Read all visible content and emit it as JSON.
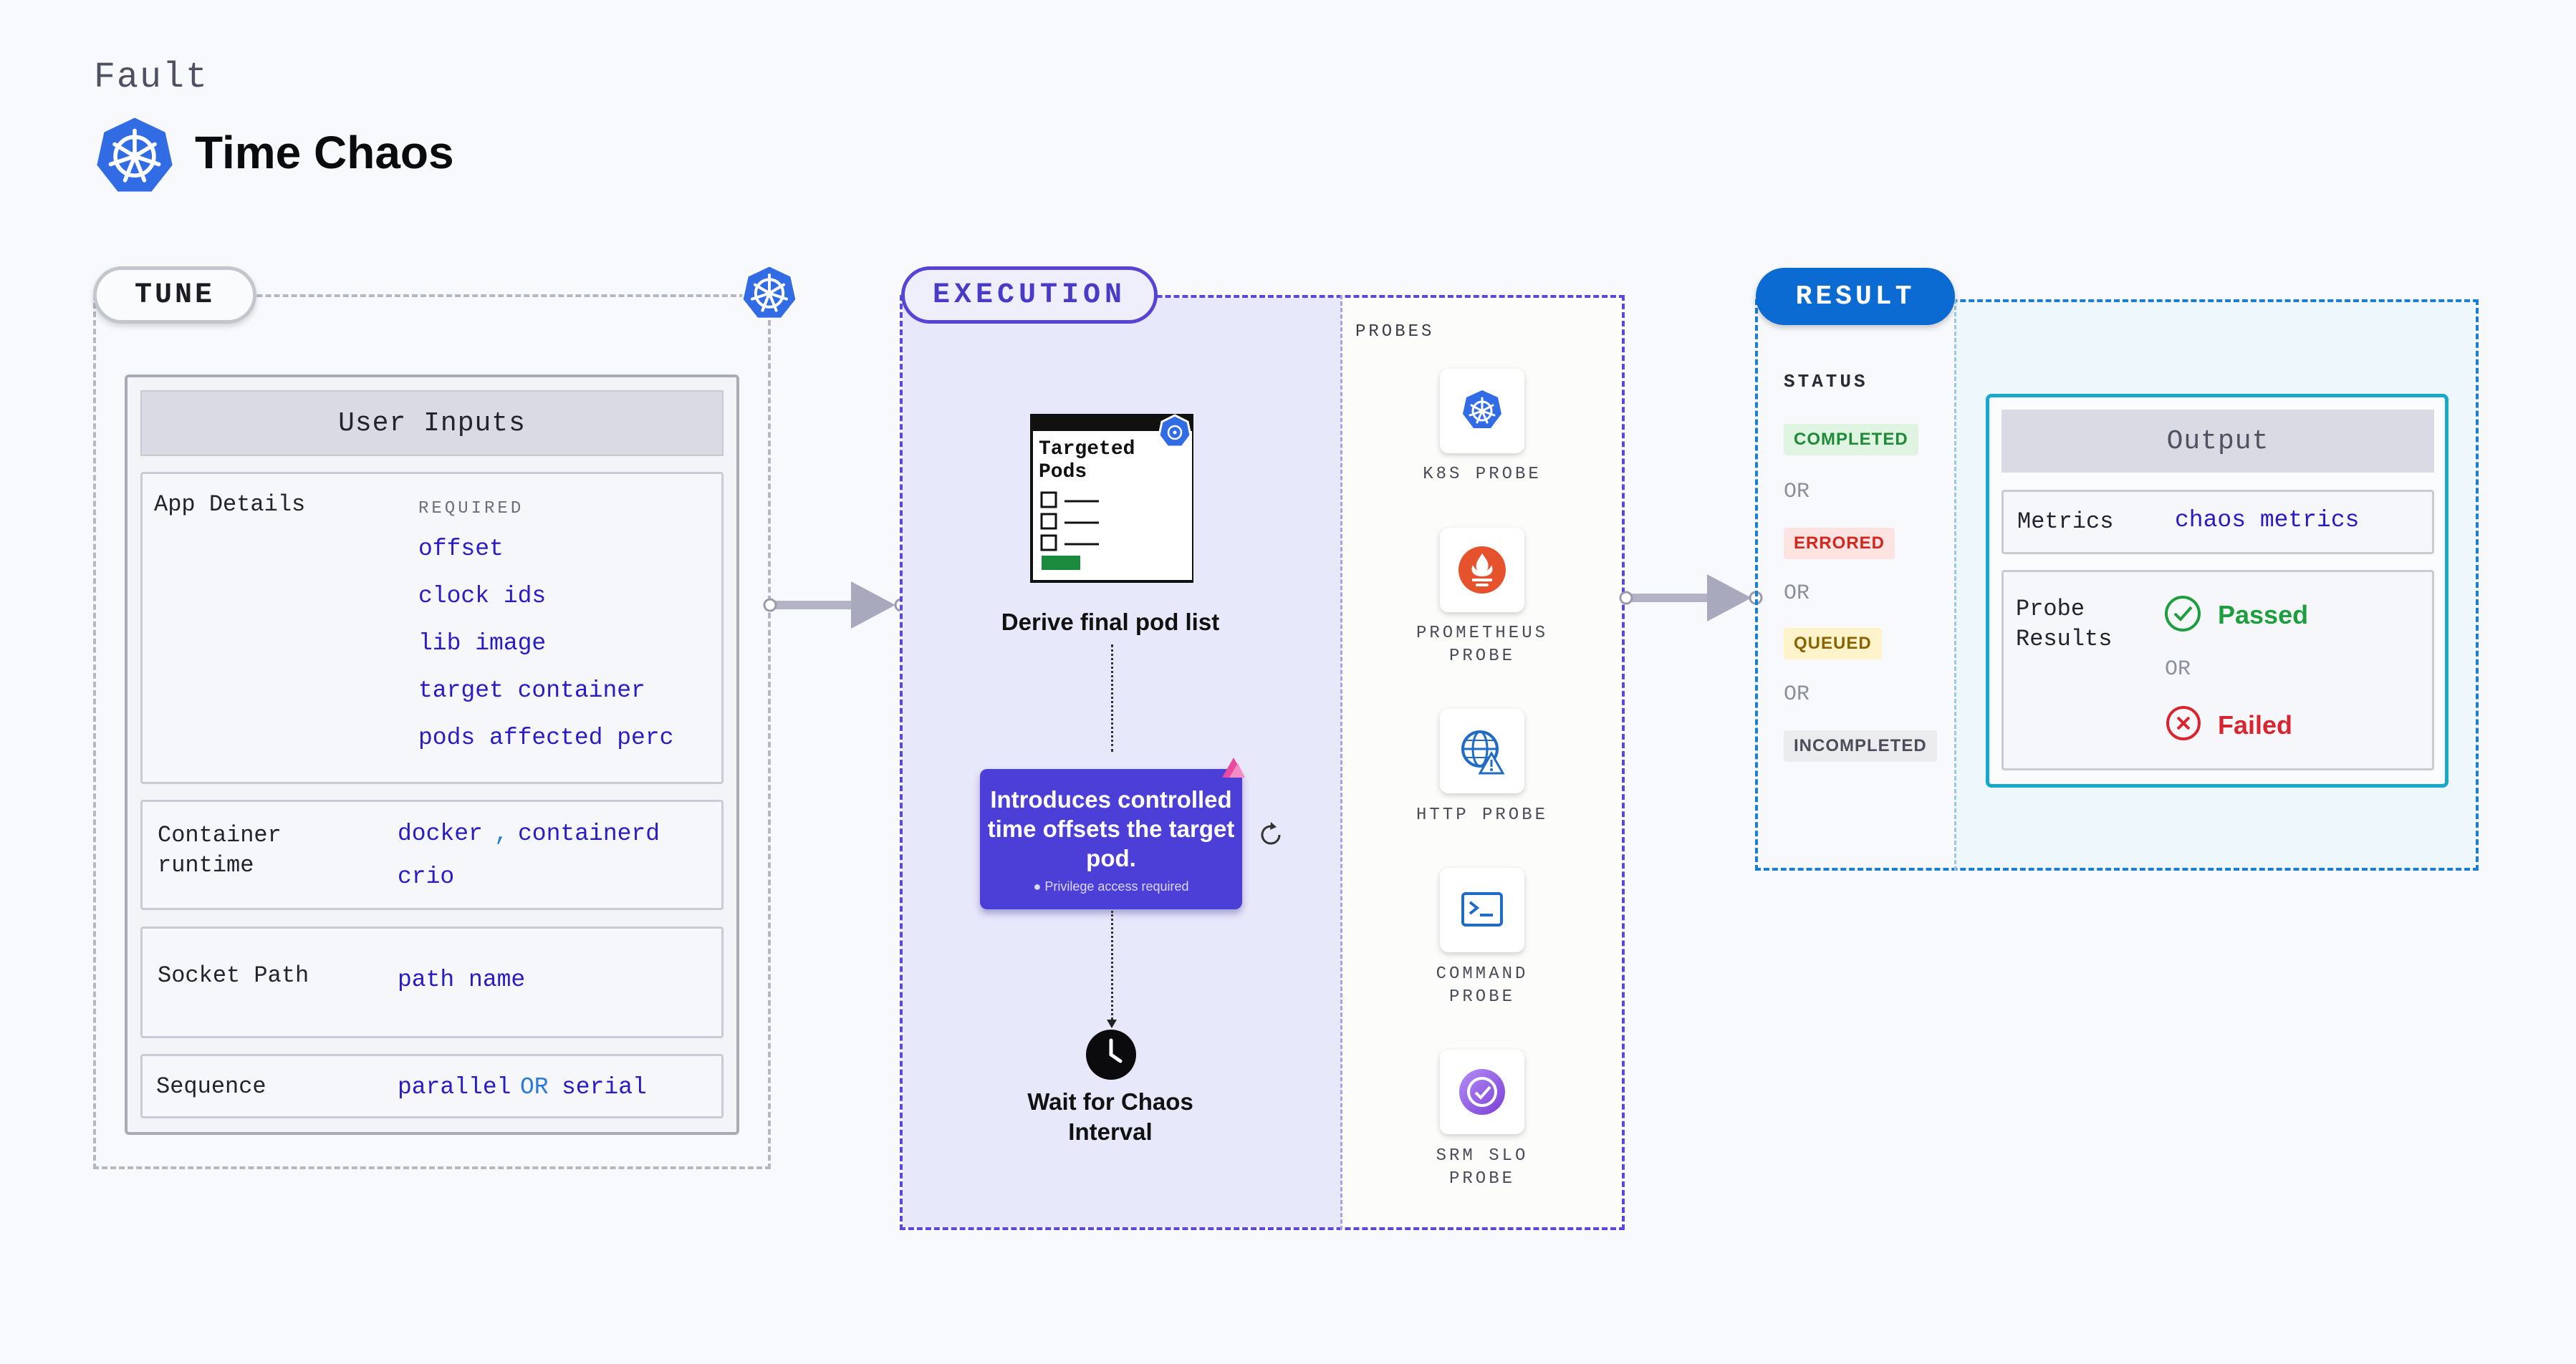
{
  "header": {
    "section_label": "Fault",
    "title": "Time Chaos",
    "title_icon": "kubernetes-icon"
  },
  "tune": {
    "label": "TUNE",
    "icon": "kubernetes-icon",
    "user_inputs": {
      "heading": "User Inputs",
      "app_details": {
        "label": "App Details",
        "required_label": "REQUIRED",
        "fields": [
          "offset",
          "clock ids",
          "lib image",
          "target container",
          "pods affected perc"
        ]
      },
      "container_runtime": {
        "label": "Container runtime",
        "docker": "docker",
        "separator": ",",
        "containerd": "containerd",
        "crio": "crio"
      },
      "socket_path": {
        "label": "Socket Path",
        "value": "path name"
      },
      "sequence": {
        "label": "Sequence",
        "parallel": "parallel",
        "or": "OR",
        "serial": "serial"
      }
    }
  },
  "execution": {
    "label": "EXECUTION",
    "doc_title_line1": "Targeted",
    "doc_title_line2": "Pods",
    "step1": "Derive final pod list",
    "action": "Introduces controlled time offsets the target pod.",
    "privilege": "Privilege access required",
    "step3_line1": "Wait for Chaos",
    "step3_line2": "Interval",
    "icons": {
      "doc": "pod-list-icon",
      "retry": "retry-icon",
      "clock": "clock-icon",
      "corner": "chaos-icon"
    }
  },
  "probes": {
    "heading": "PROBES",
    "items": [
      {
        "line1": "K8S PROBE",
        "line2": "",
        "icon": "kubernetes-icon"
      },
      {
        "line1": "PROMETHEUS",
        "line2": "PROBE",
        "icon": "prometheus-icon"
      },
      {
        "line1": "HTTP PROBE",
        "line2": "",
        "icon": "http-globe-icon"
      },
      {
        "line1": "COMMAND",
        "line2": "PROBE",
        "icon": "terminal-icon"
      },
      {
        "line1": "SRM SLO",
        "line2": "PROBE",
        "icon": "slo-icon"
      }
    ]
  },
  "result": {
    "label": "RESULT",
    "status_heading": "STATUS",
    "statuses": {
      "completed": "COMPLETED",
      "errored": "ERRORED",
      "queued": "QUEUED",
      "incompleted": "INCOMPLETED",
      "or": "OR"
    },
    "colors": {
      "completed_bg": "#dff5e2",
      "completed_fg": "#1f8a38",
      "errored_bg": "#fde3e1",
      "errored_fg": "#d0281f",
      "queued_bg": "#fff3cc",
      "queued_fg": "#8a6200",
      "incompleted_bg": "#ececef",
      "incompleted_fg": "#4c4d5a"
    },
    "output": {
      "heading": "Output",
      "metrics_label": "Metrics",
      "metrics_value": "chaos metrics",
      "probe_results_line1": "Probe",
      "probe_results_line2": "Results",
      "passed": "Passed",
      "or": "OR",
      "failed": "Failed"
    }
  }
}
